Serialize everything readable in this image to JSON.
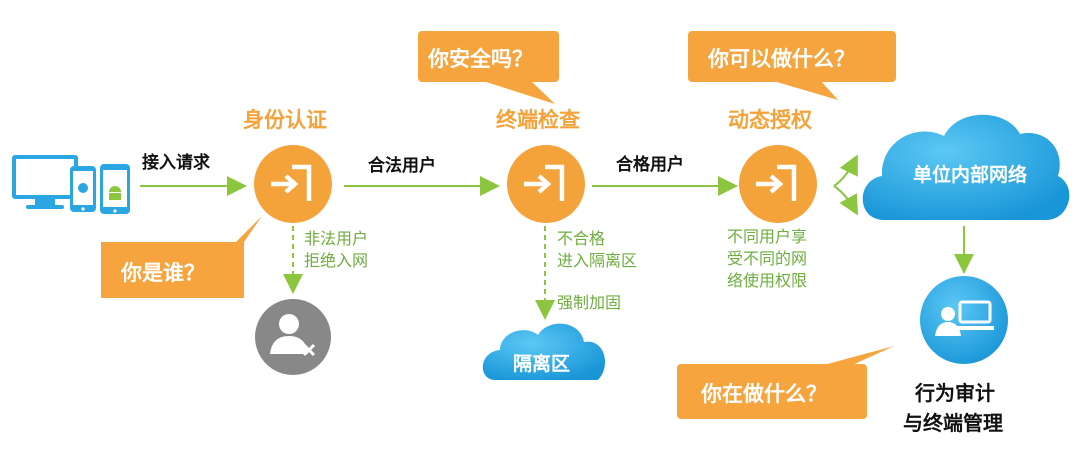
{
  "stages": {
    "identity": {
      "title": "身份认证"
    },
    "terminal": {
      "title": "终端检查"
    },
    "authorization": {
      "title": "动态授权"
    }
  },
  "flow_labels": {
    "access_request": "接入请求",
    "legal_user": "合法用户",
    "qualified_user": "合格用户"
  },
  "notes": {
    "illegal_line1": "非法用户",
    "illegal_line2": "拒绝入网",
    "unqualified_line1": "不合格",
    "unqualified_line2": "进入隔离区",
    "force_reinforce": "强制加固",
    "diff_line1": "不同用户享",
    "diff_line2": "受不同的网",
    "diff_line3": "络使用权限"
  },
  "bubbles": {
    "who": "你是谁？",
    "safe": "你安全吗？",
    "can_do": "你可以做什么？",
    "doing": "你在做什么？"
  },
  "clouds": {
    "isolation": "隔离区",
    "internal": "单位内部网络"
  },
  "audit": {
    "line1": "行为审计",
    "line2": "与终端管理"
  },
  "colors": {
    "orange": "#f4a23a",
    "green": "#8cc63f",
    "blue": "#27a7e3",
    "gray": "#888888",
    "bubble": "#f5a43e"
  },
  "icons": [
    "monitor-icon",
    "phone-apple-icon",
    "phone-android-icon",
    "login-icon",
    "blocked-user-icon",
    "computer-user-icon"
  ]
}
